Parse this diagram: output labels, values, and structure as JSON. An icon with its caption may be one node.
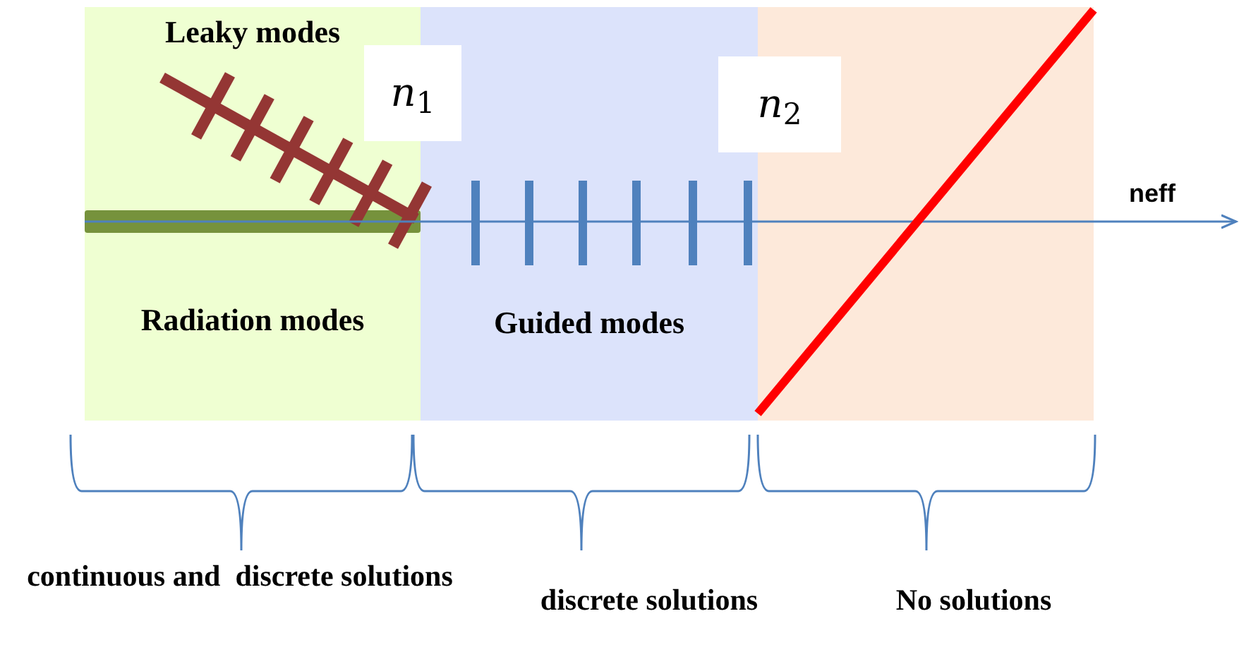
{
  "diagram": {
    "nodes": [
      {
        "text": [
          "Leaky modes",
          "Radiation modes"
        ]
      },
      {
        "text": [
          "Guided modes"
        ]
      },
      {
        "text": [],
        "shape": "box"
      },
      {
        "text": [
          "*n*$_{1}$"
        ]
      },
      {
        "text": [
          "*n*$_{2}$"
        ]
      }
    ],
    "edges": [],
    "labels": [
      "neff",
      "continuous and  discrete solutions",
      "discrete solutions",
      "No solutions"
    ]
  }
}
